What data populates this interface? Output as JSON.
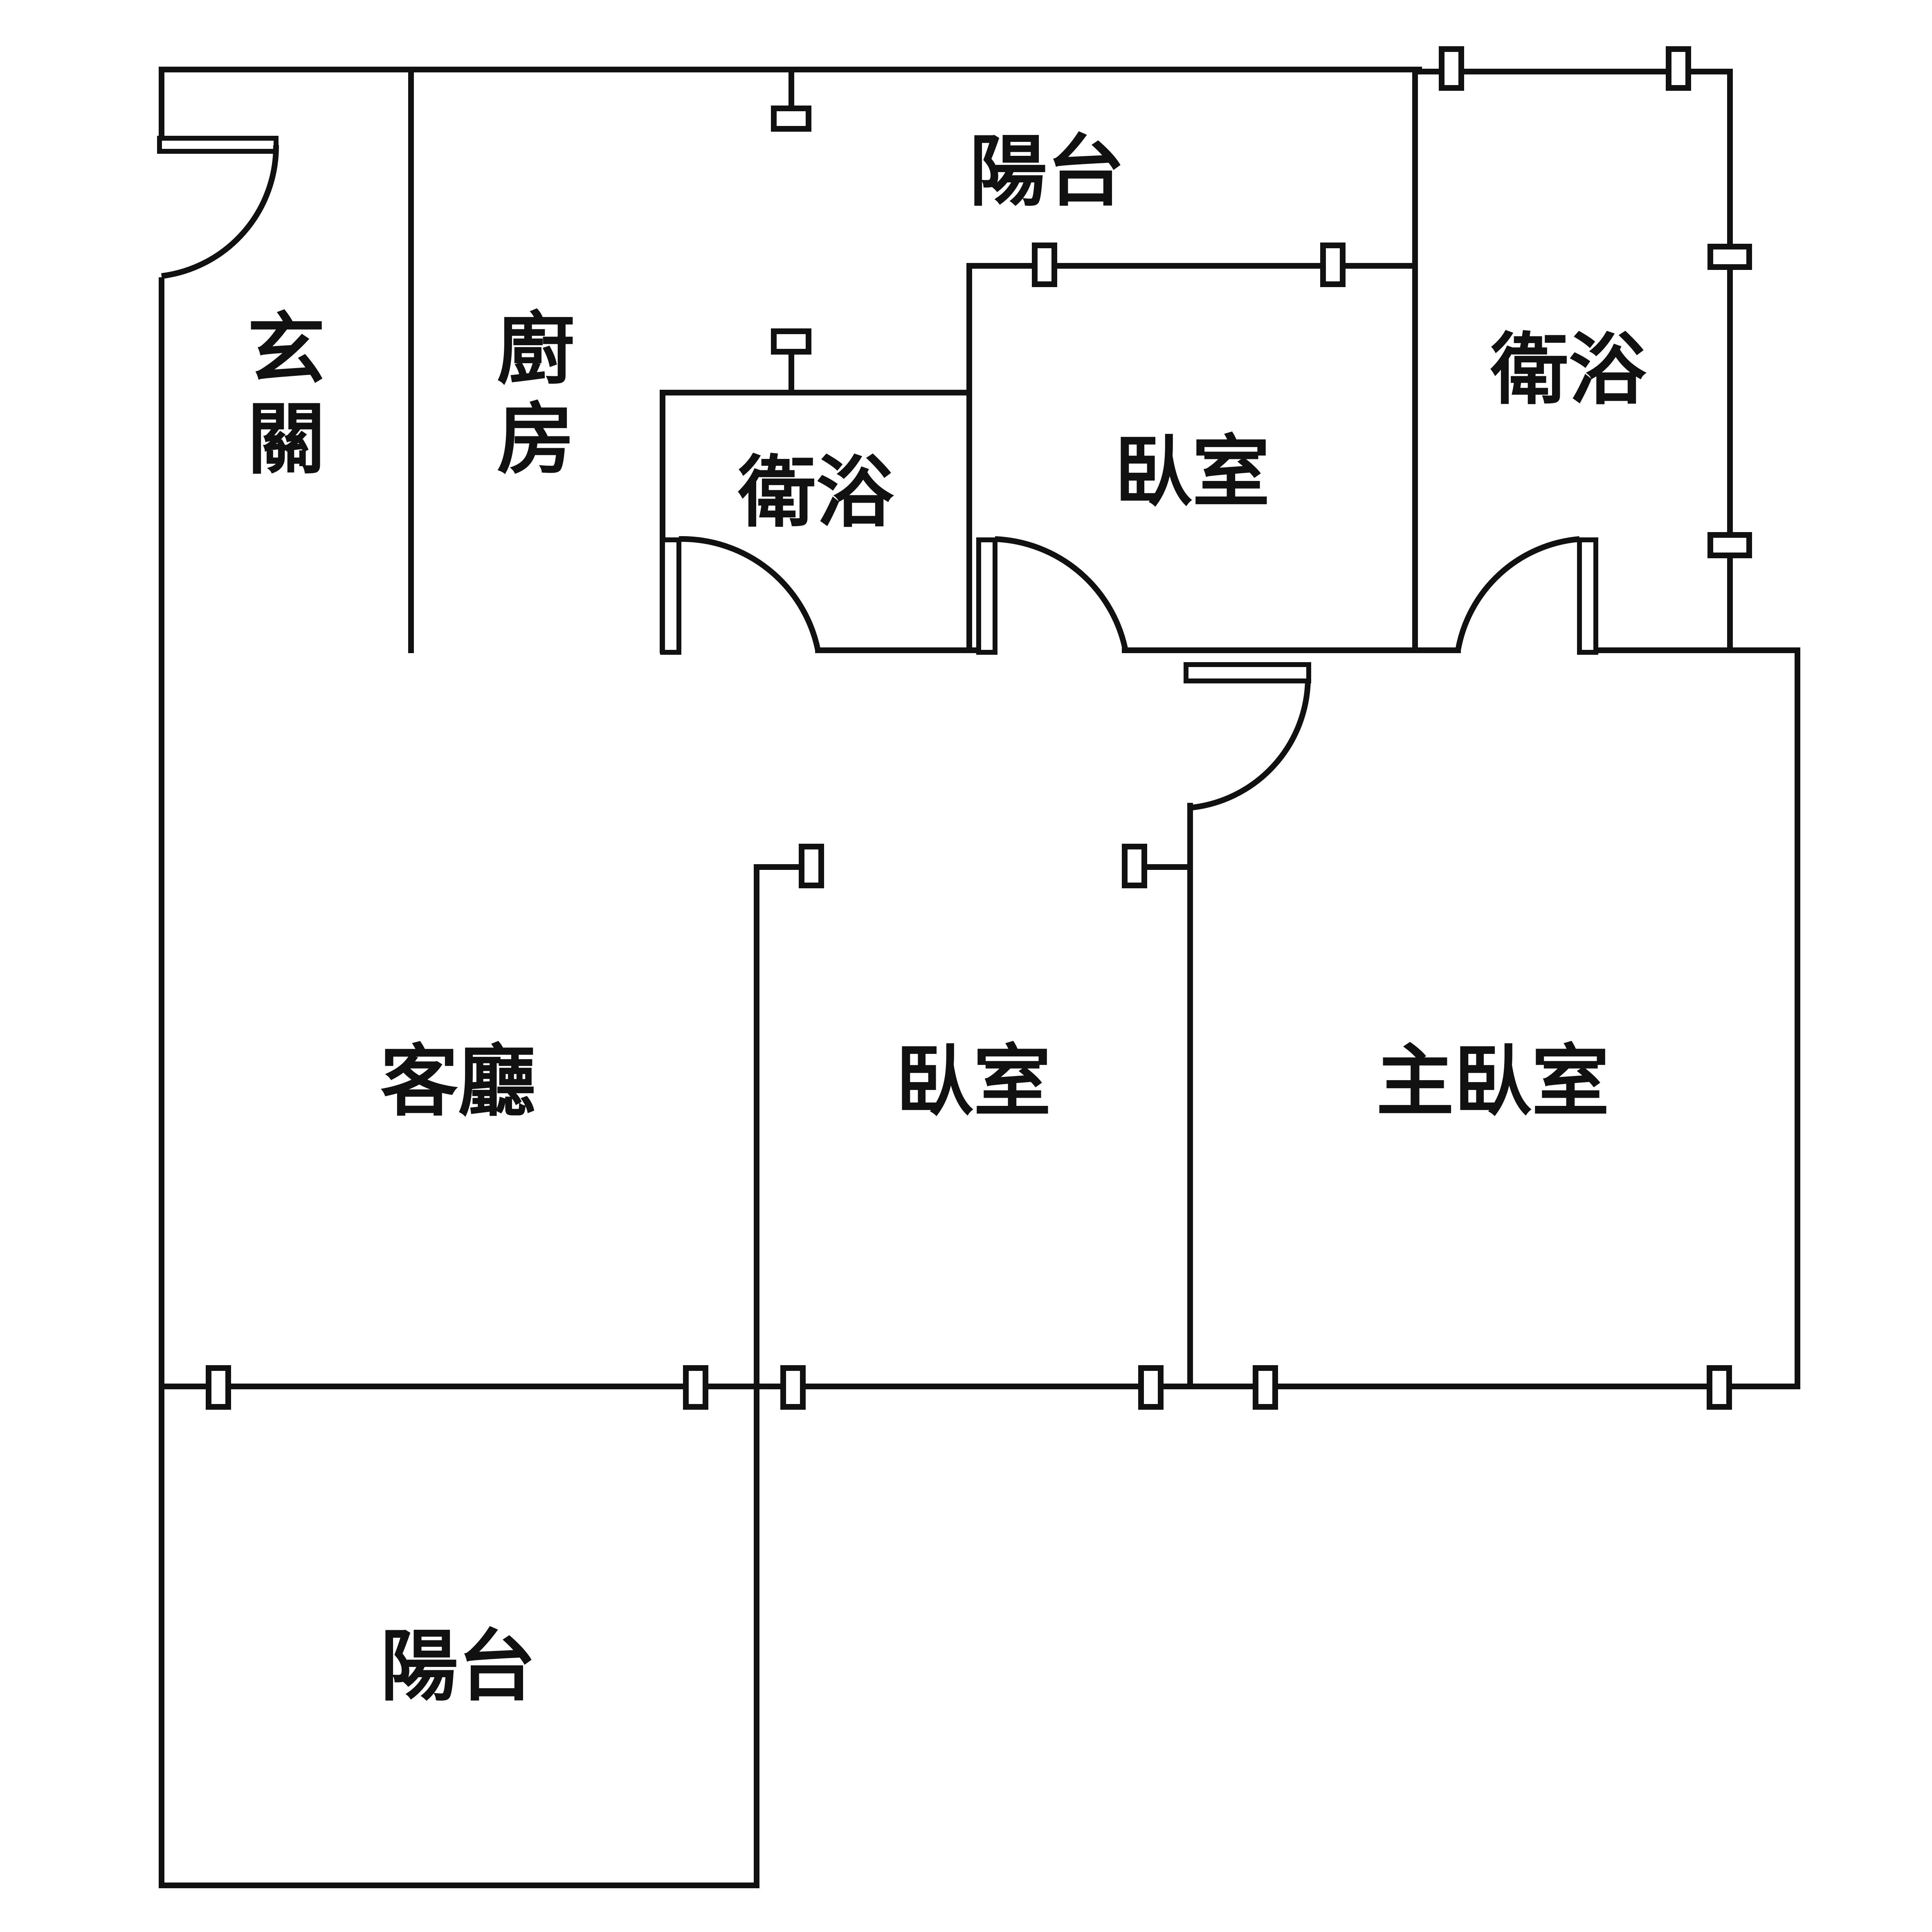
{
  "floorplan": {
    "rooms": {
      "entrance": "玄關",
      "kitchen": "廚房",
      "balcony_top": "陽台",
      "bath_small": "衛浴",
      "bedroom_upper": "臥室",
      "bath_right": "衛浴",
      "living_room": "客廳",
      "bedroom_middle": "臥室",
      "master_bedroom": "主臥室",
      "balcony_bottom": "陽台"
    }
  }
}
